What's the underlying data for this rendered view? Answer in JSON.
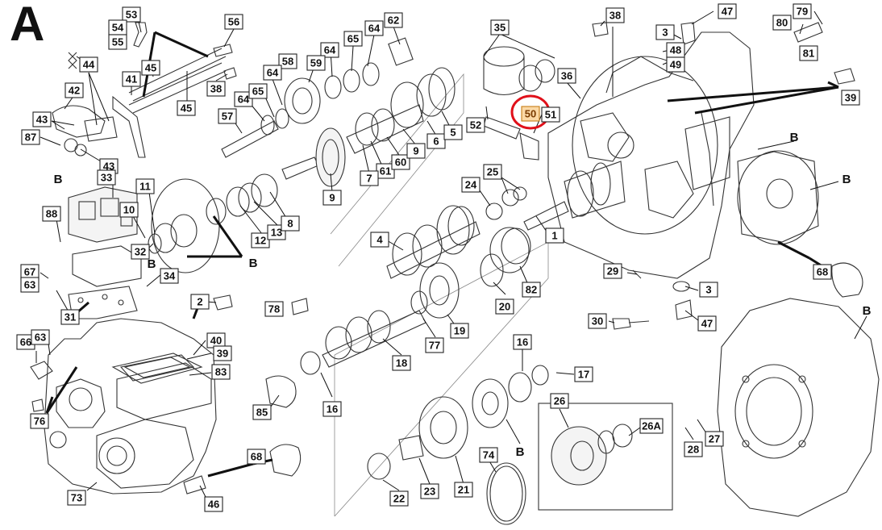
{
  "section_letter": "A",
  "highlight_color": "#e0101a",
  "highlight_box_fill": "#fbd9a6",
  "highlighted_label": "50",
  "callouts": [
    "53",
    "54",
    "55",
    "56",
    "62",
    "64",
    "65",
    "64",
    "59",
    "58",
    "35",
    "36",
    "38",
    "47",
    "80",
    "79",
    "81",
    "3",
    "48",
    "49",
    "39",
    "44",
    "41",
    "45",
    "38",
    "45",
    "42",
    "64",
    "65",
    "57",
    "43",
    "87",
    "43",
    "50",
    "51",
    "52",
    "64",
    "61",
    "60",
    "9",
    "6",
    "5",
    "7",
    "9",
    "B",
    "B",
    "B",
    "33",
    "11",
    "24",
    "25",
    "88",
    "10",
    "32",
    "B",
    "12",
    "13",
    "8",
    "1",
    "4",
    "34",
    "67",
    "63",
    "31",
    "2",
    "78",
    "82",
    "20",
    "29",
    "3",
    "68",
    "40",
    "39",
    "83",
    "19",
    "77",
    "18",
    "30",
    "47",
    "B",
    "66",
    "63",
    "16",
    "17",
    "16",
    "85",
    "76",
    "26",
    "26A",
    "28",
    "27",
    "68",
    "22",
    "23",
    "21",
    "74",
    "73",
    "46",
    "B"
  ],
  "annotation_letters": [
    "B",
    "B",
    "B",
    "B",
    "B",
    "B",
    "B"
  ]
}
